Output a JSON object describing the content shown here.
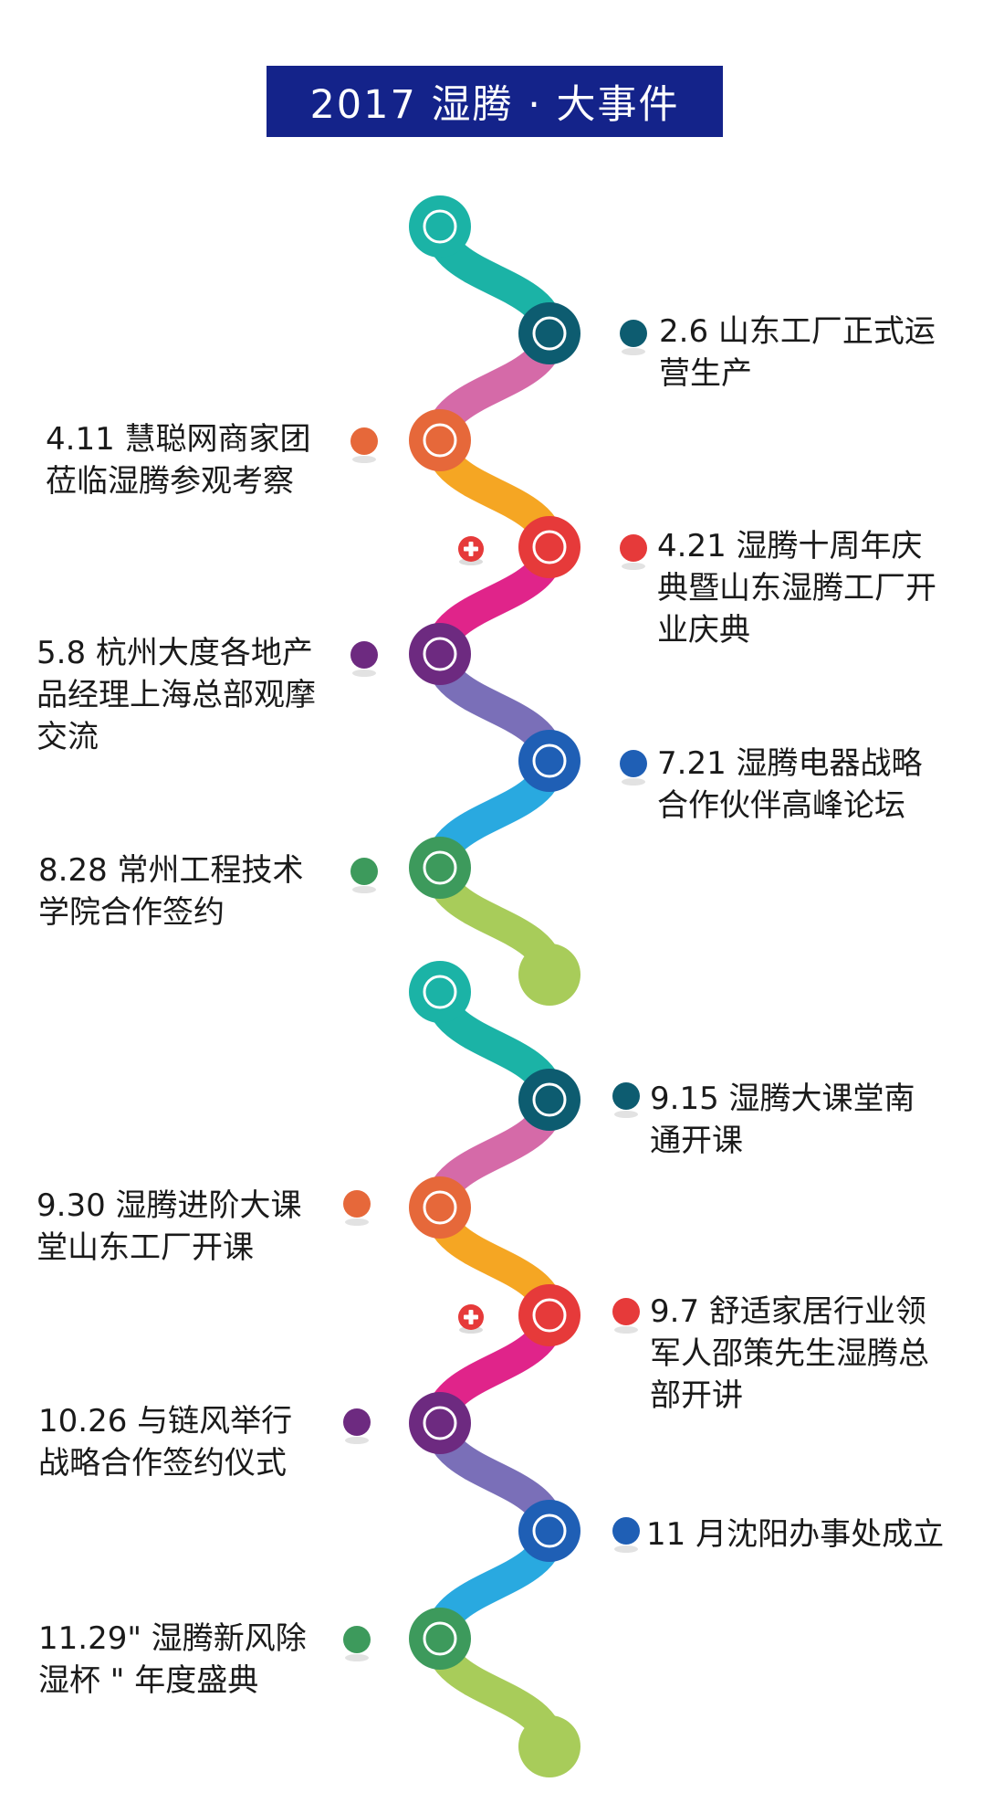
{
  "title": "2017 湿腾 · 大事件",
  "colors": {
    "banner": "#14238a",
    "teal": "#1bb3a6",
    "darkteal": "#0d5c70",
    "pink": "#d56aa8",
    "orange": "#e6683a",
    "amber": "#f5a623",
    "red": "#e63a3a",
    "magenta": "#e0248a",
    "purple": "#6d2a80",
    "lavender": "#7a6fb8",
    "blue": "#1f5fb5",
    "sky": "#29a9e0",
    "green": "#3d9a5c",
    "lime": "#a8cc5a"
  },
  "events": [
    {
      "text": "2.6 山东工厂正式运\n营生产",
      "color": "#0d5c70"
    },
    {
      "text": "4.11 慧聪网商家团\n莅临湿腾参观考察",
      "color": "#e6683a"
    },
    {
      "text": "4.21 湿腾十周年庆\n典暨山东湿腾工厂开\n业庆典",
      "color": "#e63a3a"
    },
    {
      "text": "5.8 杭州大度各地产\n品经理上海总部观摩\n交流",
      "color": "#6d2a80"
    },
    {
      "text": "7.21 湿腾电器战略\n合作伙伴高峰论坛",
      "color": "#1f5fb5"
    },
    {
      "text": "8.28 常州工程技术\n学院合作签约",
      "color": "#3d9a5c"
    },
    {
      "text": "9.15 湿腾大课堂南\n        通开课",
      "color": "#0d5c70"
    },
    {
      "text": "9.30 湿腾进阶大课\n  堂山东工厂开课",
      "color": "#e6683a"
    },
    {
      "text": "9.7 舒适家居行业领\n军人邵策先生湿腾总\n部开讲",
      "color": "#e63a3a"
    },
    {
      "text": "10.26 与链风举行\n战略合作签约仪式",
      "color": "#6d2a80"
    },
    {
      "text": "11 月沈阳办事处成立",
      "color": "#1f5fb5"
    },
    {
      "text": "11.29\" 湿腾新风除\n湿杯 \" 年度盛典",
      "color": "#3d9a5c"
    }
  ]
}
